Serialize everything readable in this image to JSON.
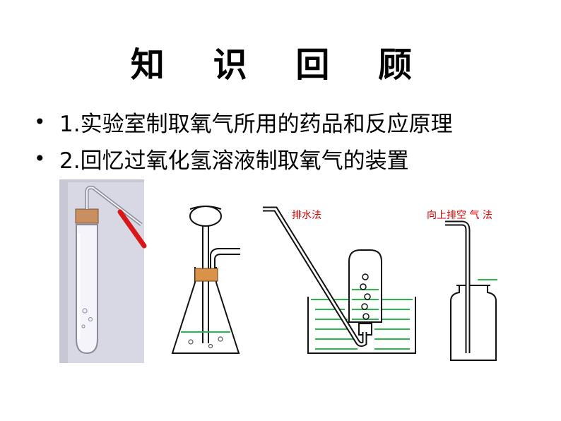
{
  "slide": {
    "title": "知 识 回 顾",
    "bullets": [
      {
        "marker": "•",
        "text": "1.实验室制取氧气所用的药品和反应原理"
      },
      {
        "marker": "•",
        "text": "2.回忆过氧化氢溶液制取氧气的装置"
      }
    ],
    "diagram_labels": {
      "water_displacement": "排水法",
      "upward_air_displacement": "向上排空 气 法"
    },
    "colors": {
      "water": "#2bb84a",
      "tube_red": "#d81818",
      "label_red": "#d80000",
      "stopper": "#c87830"
    }
  }
}
